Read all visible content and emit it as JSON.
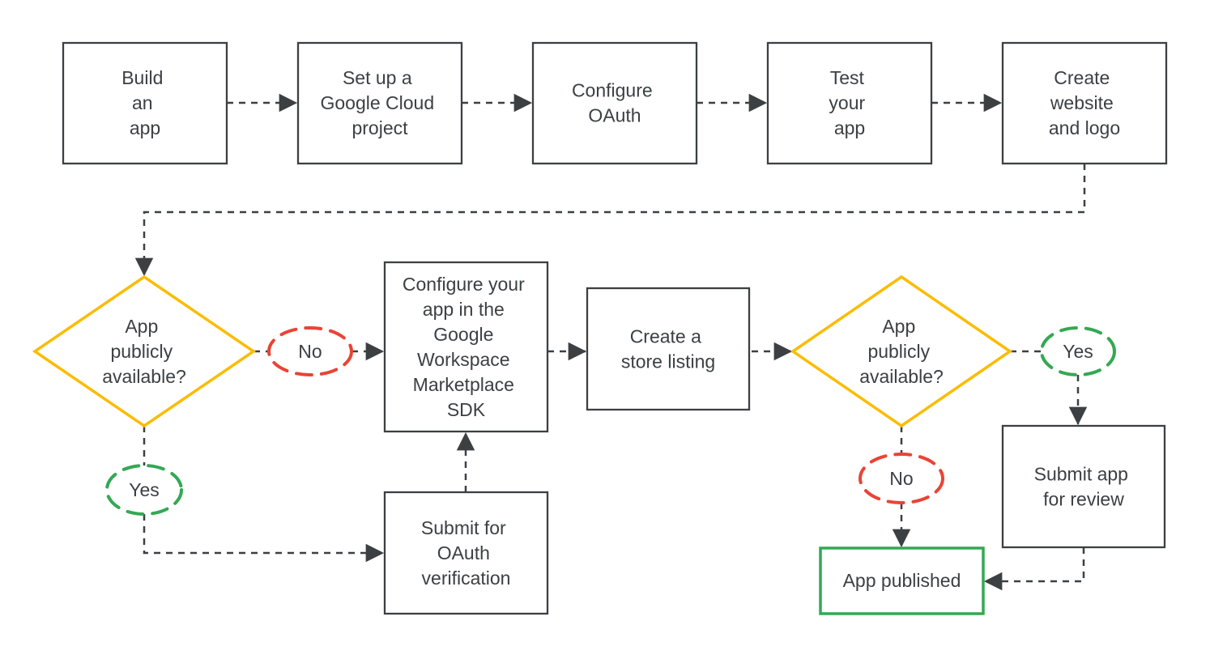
{
  "diagram": {
    "description": "Flowchart for building and publishing a Google Workspace Marketplace app",
    "colors": {
      "outline": "#3C4043",
      "text": "#3C4043",
      "decision_outline": "#FBBC04",
      "no_outline": "#EA4335",
      "yes_outline": "#34A853",
      "published_outline": "#34A853",
      "background": "#FFFFFF"
    },
    "nodes": {
      "build_app": {
        "lines": [
          "Build",
          "an",
          "app"
        ]
      },
      "setup_project": {
        "lines": [
          "Set up a",
          "Google Cloud",
          "project"
        ]
      },
      "configure_oauth": {
        "lines": [
          "Configure",
          "OAuth"
        ]
      },
      "test_app": {
        "lines": [
          "Test",
          "your",
          "app"
        ]
      },
      "create_website": {
        "lines": [
          "Create",
          "website",
          "and logo"
        ]
      },
      "decision_left": {
        "lines": [
          "App",
          "publicly",
          "available?"
        ]
      },
      "no_left": {
        "label": "No"
      },
      "yes_left": {
        "label": "Yes"
      },
      "configure_marketplace": {
        "lines": [
          "Configure your",
          "app in the",
          "Google",
          "Workspace",
          "Marketplace",
          "SDK"
        ]
      },
      "submit_oauth": {
        "lines": [
          "Submit for",
          "OAuth",
          "verification"
        ]
      },
      "store_listing": {
        "lines": [
          "Create a",
          "store listing"
        ]
      },
      "decision_right": {
        "lines": [
          "App",
          "publicly",
          "available?"
        ]
      },
      "yes_right": {
        "label": "Yes"
      },
      "no_right": {
        "label": "No"
      },
      "submit_review": {
        "lines": [
          "Submit app",
          "for review"
        ]
      },
      "app_published": {
        "label": "App published"
      }
    }
  }
}
